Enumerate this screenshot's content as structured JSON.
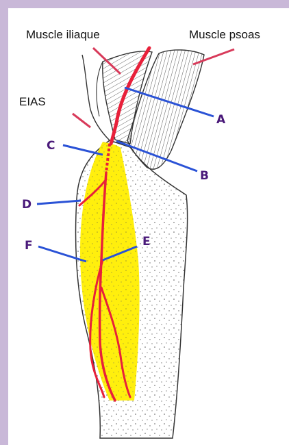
{
  "labels": {
    "muscle_iliaque": "Muscle iliaque",
    "muscle_psoas": "Muscle psoas",
    "eias": "EIAS",
    "a": "A",
    "b": "B",
    "c": "C",
    "d": "D",
    "e": "E",
    "f": "F"
  },
  "colors": {
    "frame": "#c9b8d8",
    "nerve": "#e8203a",
    "area": "#ffee00",
    "pointer_anatomy": "#d83a5a",
    "pointer_letter": "#2a52d6",
    "letter_text": "#4a1a7a"
  }
}
